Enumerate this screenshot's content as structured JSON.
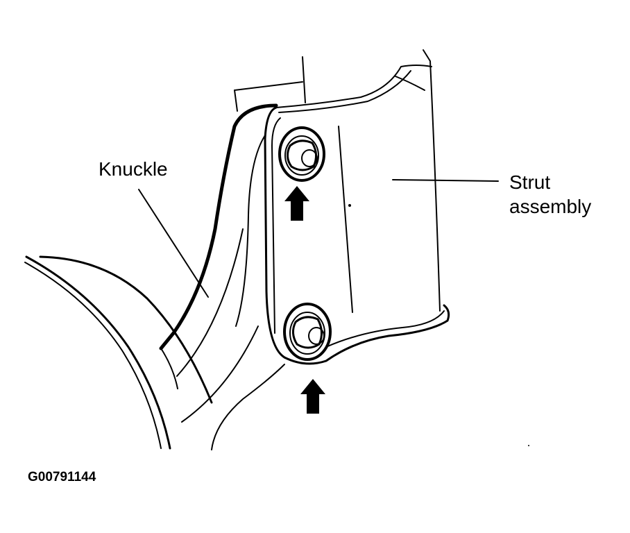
{
  "labels": {
    "knuckle": "Knuckle",
    "strut_line1": "Strut",
    "strut_line2": "assembly"
  },
  "figure_id": "G00791144",
  "colors": {
    "ink": "#000000",
    "background": "#ffffff"
  }
}
